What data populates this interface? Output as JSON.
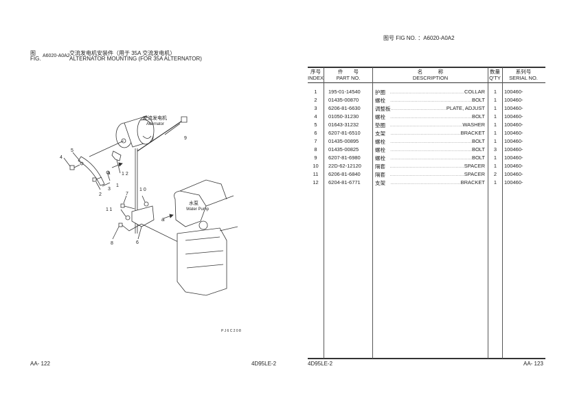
{
  "left_page": {
    "fig_cn": "图",
    "fig_en": "FIG.",
    "fig_no": "A6020-A0A2",
    "title_cn": "交流发电机安装件（用于 35A 交流发电机）",
    "title_en": "ALTERNATOR MOUNTING (FOR 35A ALTERNATOR)",
    "diagram": {
      "alternator_cn": "交流发电机",
      "alternator_en": "Alternator",
      "water_pump_cn": "水泵",
      "water_pump_en": "Water Pump",
      "view_arrow_label": "a",
      "callouts": [
        "1",
        "2",
        "3",
        "4",
        "5",
        "6",
        "7",
        "8",
        "9",
        "10",
        "11",
        "12"
      ],
      "drawing_code": "P J 6 C 2 0 8"
    },
    "footer_left": "AA- 122",
    "footer_right": "4D95LE-2"
  },
  "right_page": {
    "fig_label": "图号  FIG NO.  ：A6020-A0A2",
    "headers": {
      "index_cn": "序号",
      "index_en": "INDEX",
      "part_cn": "件　　号",
      "part_en": "PART NO.",
      "desc_cn": "名　　　称",
      "desc_en": "DESCRIPTION",
      "qty_cn": "数量",
      "qty_en": "Q'TY",
      "serial_cn": "系列号",
      "serial_en": "SERIAL NO."
    },
    "rows": [
      {
        "index": "1",
        "part": "195-01-14540",
        "cn": "护圈",
        "en": "COLLAR",
        "qty": "1",
        "serial": "100460-"
      },
      {
        "index": "2",
        "part": "01435-00870",
        "cn": "螺栓",
        "en": "BOLT",
        "qty": "1",
        "serial": "100460-"
      },
      {
        "index": "3",
        "part": "6206-81-6630",
        "cn": "调整板",
        "en": "PLATE, ADJUST",
        "qty": "1",
        "serial": "100460-"
      },
      {
        "index": "4",
        "part": "01050-31230",
        "cn": "螺栓",
        "en": "BOLT",
        "qty": "1",
        "serial": "100460-"
      },
      {
        "index": "5",
        "part": "01643-31232",
        "cn": "垫圈",
        "en": "WASHER",
        "qty": "1",
        "serial": "100460-"
      },
      {
        "index": "6",
        "part": "6207-81-6510",
        "cn": "支架",
        "en": "BRACKET",
        "qty": "1",
        "serial": "100460-"
      },
      {
        "index": "7",
        "part": "01435-00895",
        "cn": "螺栓",
        "en": "BOLT",
        "qty": "1",
        "serial": "100460-"
      },
      {
        "index": "8",
        "part": "01435-00825",
        "cn": "螺栓",
        "en": "BOLT",
        "qty": "3",
        "serial": "100460-"
      },
      {
        "index": "9",
        "part": "6207-81-6980",
        "cn": "螺栓",
        "en": "BOLT",
        "qty": "1",
        "serial": "100460-"
      },
      {
        "index": "10",
        "part": "22D-62-12120",
        "cn": "隔套",
        "en": "SPACER",
        "qty": "1",
        "serial": "100460-"
      },
      {
        "index": "11",
        "part": "6206-81-6840",
        "cn": "隔套",
        "en": "SPACER",
        "qty": "2",
        "serial": "100460-"
      },
      {
        "index": "12",
        "part": "6204-81-6771",
        "cn": "支架",
        "en": "BRACKET",
        "qty": "1",
        "serial": "100460-"
      }
    ],
    "footer_left": "4D95LE-2",
    "footer_right": "AA- 123"
  }
}
